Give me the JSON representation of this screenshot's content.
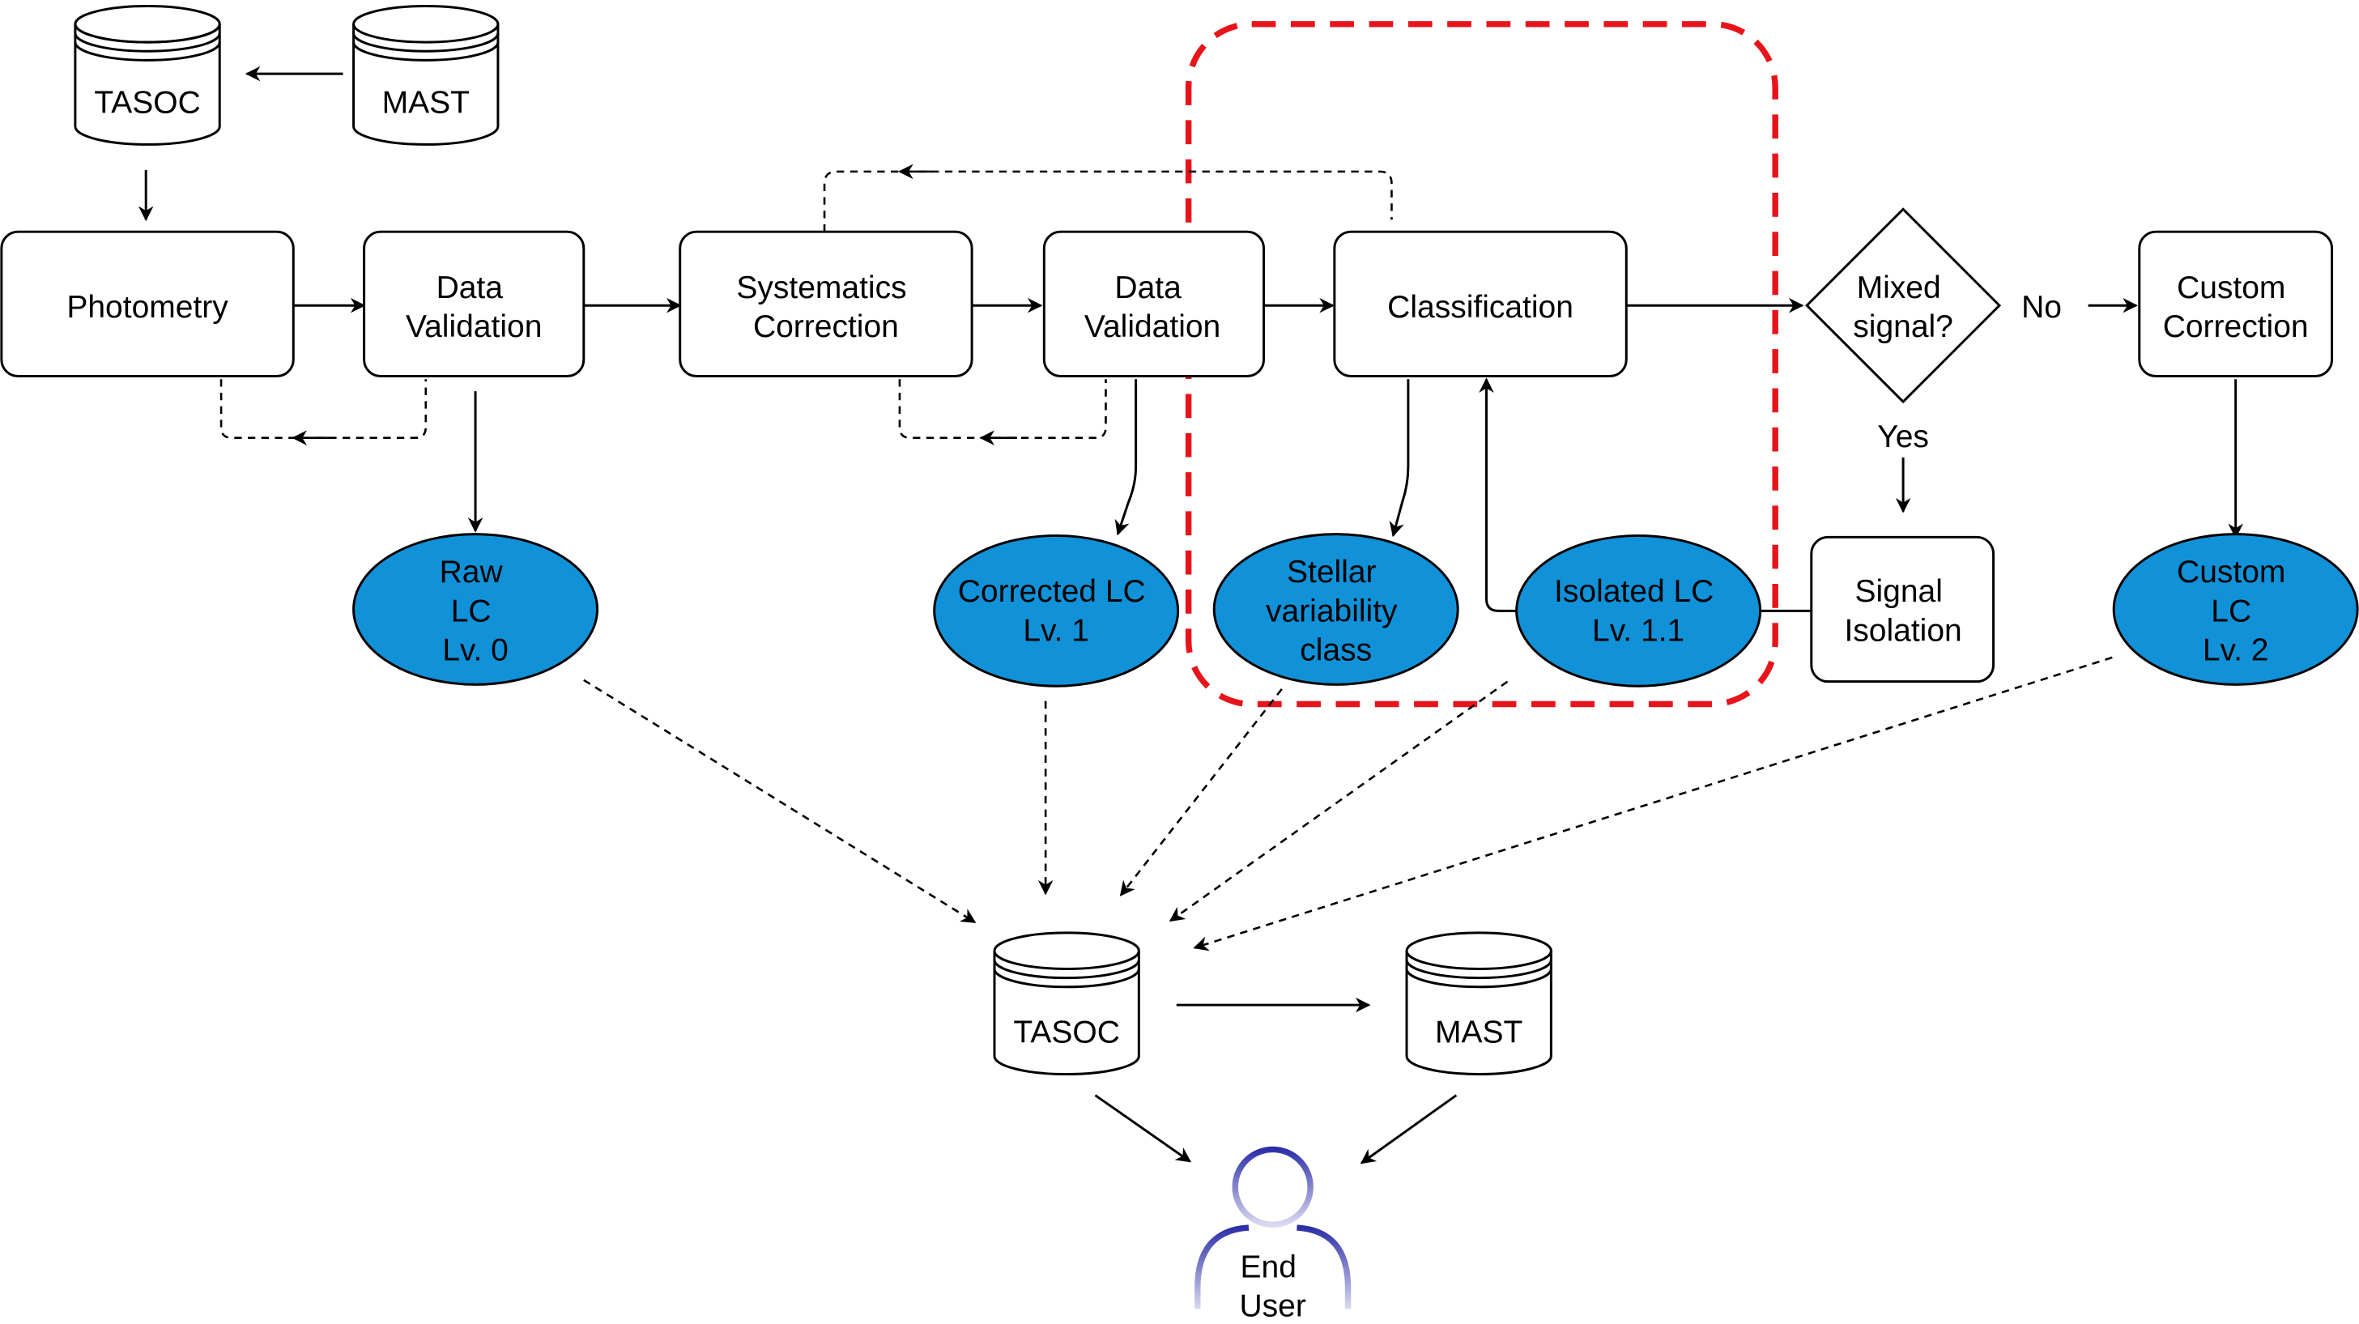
{
  "colors": {
    "accent_fill": "#1192D8",
    "stroke": "#000000",
    "highlight": "#E8141B",
    "user_top": "#2E2FA8",
    "user_bottom": "#D9DAF0"
  },
  "databases": {
    "tasoc_top": "TASOC",
    "mast_top": "MAST",
    "tasoc_bottom": "TASOC",
    "mast_bottom": "MAST"
  },
  "processes": {
    "photometry": [
      "Photometry"
    ],
    "data_validation_1": [
      "Data",
      "Validation"
    ],
    "systematics_correction": [
      "Systematics",
      "Correction"
    ],
    "data_validation_2": [
      "Data",
      "Validation"
    ],
    "classification": [
      "Classification"
    ],
    "custom_correction": [
      "Custom",
      "Correction"
    ],
    "signal_isolation": [
      "Signal",
      "Isolation"
    ]
  },
  "decision": {
    "label": [
      "Mixed",
      "signal?"
    ],
    "no_label": "No",
    "yes_label": "Yes"
  },
  "products": {
    "raw_lc": [
      "Raw",
      "LC",
      "Lv. 0"
    ],
    "corrected_lc": [
      "Corrected LC",
      "Lv. 1"
    ],
    "stellar_variability": [
      "Stellar",
      "variability",
      "class"
    ],
    "isolated_lc": [
      "Isolated LC",
      "Lv. 1.1"
    ],
    "custom_lc": [
      "Custom",
      "LC",
      "Lv. 2"
    ]
  },
  "user": {
    "label": [
      "End",
      "User"
    ],
    "icon": "user-icon"
  }
}
